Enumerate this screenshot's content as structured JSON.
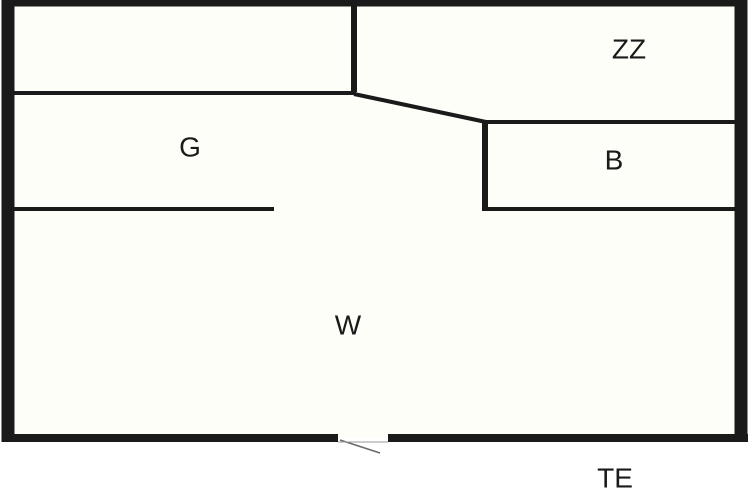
{
  "floorplan": {
    "rooms": {
      "zz": "ZZ",
      "g": "G",
      "b": "B",
      "w": "W"
    },
    "exterior_label": "TE",
    "colors": {
      "floor": "#fefef8",
      "wall": "#1a1a1a",
      "background": "#ffffff"
    }
  }
}
